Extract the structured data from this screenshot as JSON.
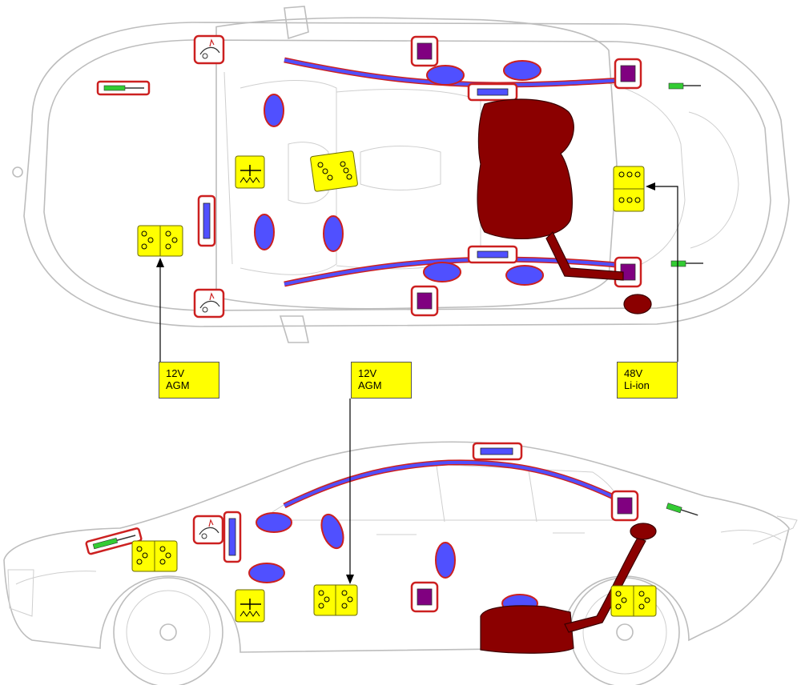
{
  "labels": {
    "battery_12v_front": "12V\nAGM",
    "battery_12v_rear": "12V\nAGM",
    "battery_48v": "48V\nLi-ion"
  },
  "colors": {
    "airbag": "#5050ff",
    "frame": "#cc2020",
    "belt_tensioner": "#800080",
    "fuel_tank": "#8b0000",
    "battery": "#ffff00",
    "gas_spring": "#33cc33",
    "outline": "#bdbdbd"
  },
  "icons": [
    "airbag-icon",
    "seatbelt-tensioner-icon",
    "fuel-tank-icon",
    "battery-icon",
    "gas-strut-icon",
    "hood-lifter-icon",
    "high-voltage-cutoff-icon"
  ]
}
